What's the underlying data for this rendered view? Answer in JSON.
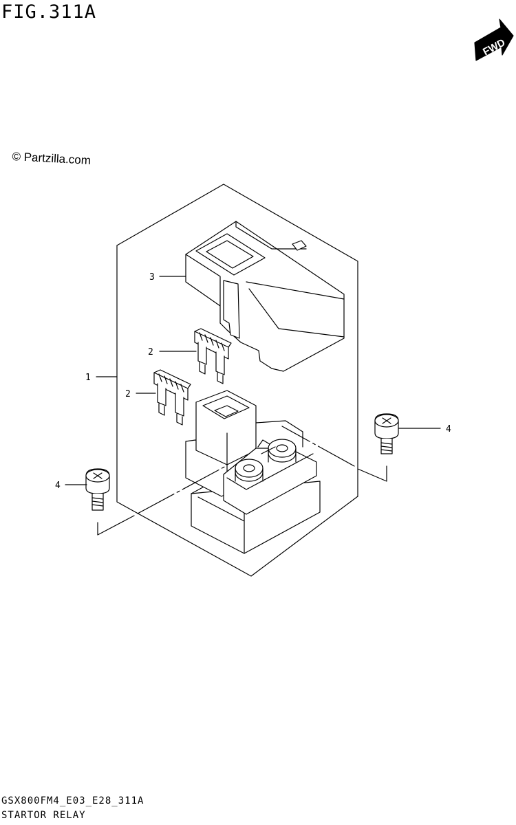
{
  "figure": {
    "title": "FIG.311A"
  },
  "watermark": {
    "text": "© Partzilla.com"
  },
  "direction_badge": {
    "text": "FWD",
    "icon": "fwd-arrow-icon"
  },
  "callouts": [
    "3",
    "2",
    "2",
    "1",
    "4",
    "4"
  ],
  "footer": {
    "code": "GSX800FM4_E03_E28_311A",
    "name": "STARTOR RELAY"
  }
}
